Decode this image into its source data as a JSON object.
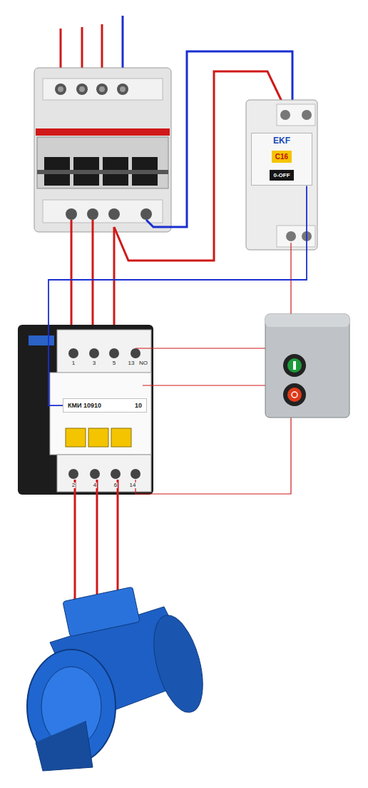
{
  "diagram": {
    "nodes": [
      {
        "text": [
          "EKF",
          "C16",
          "0-OFF"
        ]
      },
      {
        "text": [
          "КМИ 10910",
          "10"
        ]
      }
    ],
    "edges": [
      {
        "from": 0,
        "to": 1,
        "arrow": "none"
      }
    ],
    "labels": [
      "1",
      "3",
      "5",
      "13",
      "NO",
      "2",
      "4",
      "6",
      "14"
    ]
  }
}
